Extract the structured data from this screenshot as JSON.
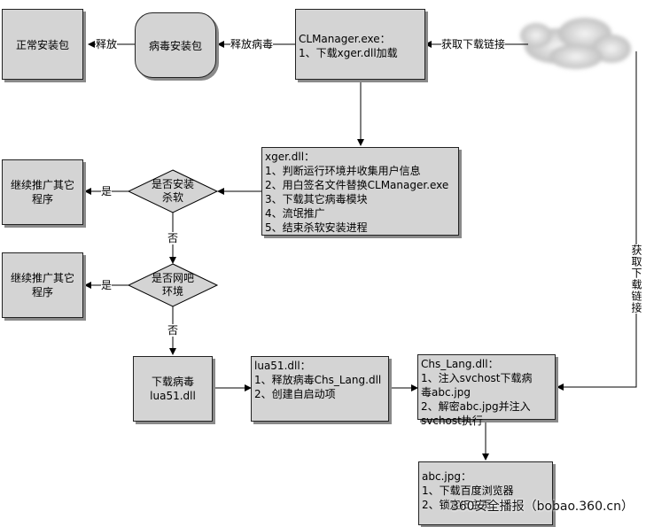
{
  "nodes": {
    "normal_pkg": "正常安装包",
    "virus_pkg": "病毒安装包",
    "clmanager": {
      "title": "CLManager.exe：",
      "lines": [
        "1、下载xger.dll加载"
      ]
    },
    "xger": {
      "title": "xger.dll：",
      "lines": [
        "1、判断运行环境并收集用户信息",
        "2、用白签名文件替换CLManager.exe",
        "3、下载其它病毒模块",
        "4、流氓推广",
        "5、结束杀软安装进程"
      ]
    },
    "promote1": [
      "继续推广其它",
      "程序"
    ],
    "promote2": [
      "继续推广其它",
      "程序"
    ],
    "decision_av": [
      "是否安装",
      "杀软"
    ],
    "decision_cafe": [
      "是否网吧",
      "环境"
    ],
    "download_lua": [
      "下载病毒",
      "lua51.dll"
    ],
    "lua51": {
      "title": "lua51.dll：",
      "lines": [
        "1、释放病毒Chs_Lang.dll",
        "2、创建自启动项"
      ]
    },
    "chs_lang": {
      "title": "Chs_Lang.dll：",
      "lines": [
        "1、注入svchost下载病",
        "毒abc.jpg",
        "2、解密abc.jpg并注入",
        "svchost执行"
      ]
    },
    "abc": {
      "title": "abc.jpg：",
      "lines": [
        "1、下载百度浏览器",
        "2、锁定IE主页"
      ]
    }
  },
  "edges": {
    "release": "释放",
    "release_virus": "释放病毒",
    "get_link": "获取下载链接",
    "get_link_vertical": "获取下载链接",
    "yes1": "是",
    "yes2": "是",
    "no1": "否",
    "no2": "否"
  },
  "watermark": "360安全播报（bobao.360.cn）"
}
